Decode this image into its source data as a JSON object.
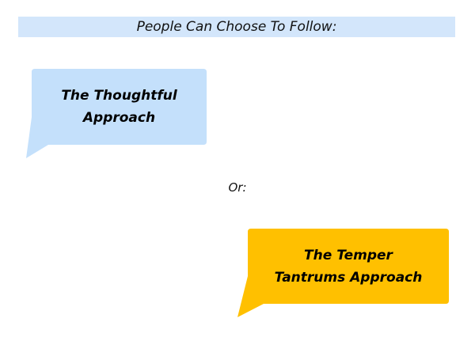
{
  "header": {
    "title": "People Can Choose To Follow:"
  },
  "bubbles": [
    {
      "line1": "The Thoughtful",
      "line2": "Approach",
      "color": "#c4e0fb"
    },
    {
      "line1": "The Temper",
      "line2": "Tantrums Approach",
      "color": "#ffc000"
    }
  ],
  "separator": "Or:"
}
